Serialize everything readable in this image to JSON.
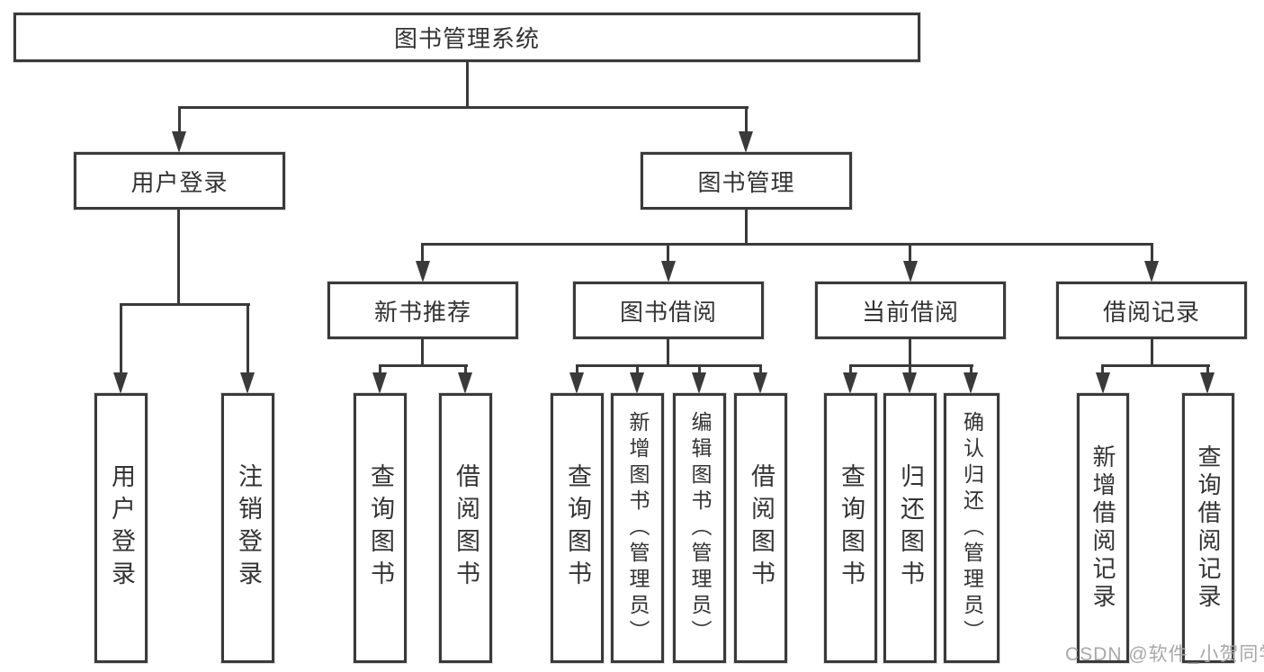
{
  "tree": {
    "root": {
      "label": "图书管理系统"
    },
    "branches": [
      {
        "label": "用户登录",
        "leaves": [
          {
            "label": "用户登录"
          },
          {
            "label": "注销登录"
          }
        ]
      },
      {
        "label": "图书管理",
        "groups": [
          {
            "label": "新书推荐",
            "leaves": [
              {
                "label": "查询图书"
              },
              {
                "label": "借阅图书"
              }
            ]
          },
          {
            "label": "图书借阅",
            "leaves": [
              {
                "label": "查询图书"
              },
              {
                "label": "新增图书（管理员）"
              },
              {
                "label": "编辑图书（管理员）"
              },
              {
                "label": "借阅图书"
              }
            ]
          },
          {
            "label": "当前借阅",
            "leaves": [
              {
                "label": "查询图书"
              },
              {
                "label": "归还图书"
              },
              {
                "label": "确认归还（管理员）"
              }
            ]
          },
          {
            "label": "借阅记录",
            "leaves": [
              {
                "label": "新增借阅记录"
              },
              {
                "label": "查询借阅记录"
              }
            ]
          }
        ]
      }
    ]
  },
  "watermark": {
    "text": "CSDN @软件_小贺同学"
  },
  "theme": {
    "line_color": "#3a3a3a",
    "text_color": "#333333",
    "watermark_color": "#a8a8a8",
    "background_color": "#ffffff",
    "box_fill": "#ffffff"
  }
}
